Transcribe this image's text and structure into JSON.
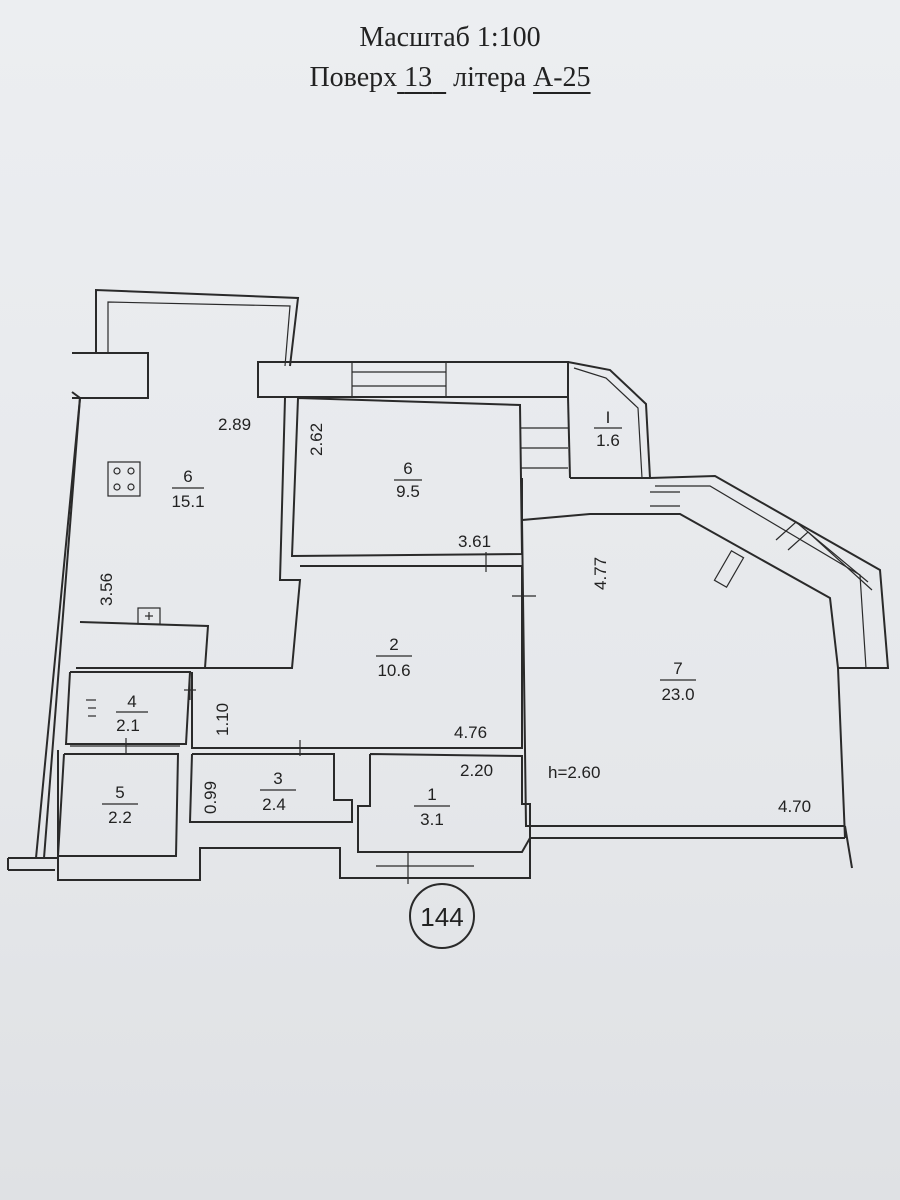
{
  "header": {
    "scale_label": "Масштаб 1:100",
    "floor_prefix": "Поверх",
    "floor_number": "13",
    "litera_prefix": "літера",
    "litera_value": "А-25"
  },
  "rooms": [
    {
      "num": "6",
      "area": "15.1"
    },
    {
      "num": "6",
      "area": "9.5"
    },
    {
      "num": "I",
      "area": "1.6"
    },
    {
      "num": "2",
      "area": "10.6"
    },
    {
      "num": "7",
      "area": "23.0"
    },
    {
      "num": "4",
      "area": "2.1"
    },
    {
      "num": "5",
      "area": "2.2"
    },
    {
      "num": "3",
      "area": "2.4"
    },
    {
      "num": "1",
      "area": "3.1"
    }
  ],
  "dimensions": [
    "2.89",
    "2.62",
    "3.56",
    "3.61",
    "4.77",
    "1.10",
    "4.76",
    "0.99",
    "2.20",
    "h=2.60",
    "4.70"
  ],
  "apartment_number": "144"
}
